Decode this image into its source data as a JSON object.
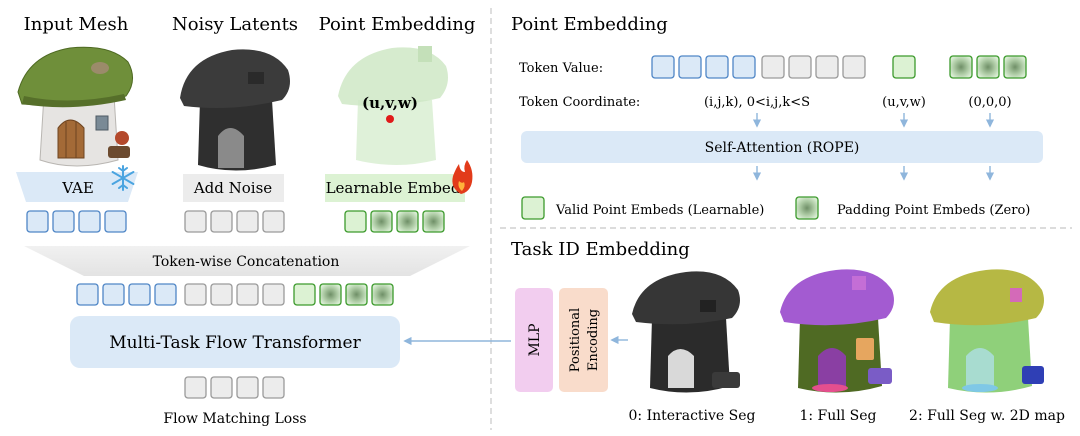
{
  "left_panel": {
    "titles": {
      "input_mesh": "Input Mesh",
      "noisy_latents": "Noisy Latents",
      "point_embedding": "Point Embedding"
    },
    "point_label": "(u,v,w)",
    "vae_label": "VAE",
    "add_noise_label": "Add Noise",
    "learnable_embed_label": "Learnable Embed",
    "concat_label": "Token-wise Concatenation",
    "transformer_label": "Multi-Task Flow Transformer",
    "loss_label": "Flow Matching Loss"
  },
  "point_embedding_panel": {
    "title": "Point Embedding",
    "token_value_label": "Token Value:",
    "token_coordinate_label": "Token Coordinate:",
    "coord_valid": "(i,j,k), 0<i,j,k<S",
    "coord_point": "(u,v,w)",
    "coord_padding": "(0,0,0)",
    "attention_label": "Self-Attention (ROPE)",
    "legend_valid": "Valid Point Embeds (Learnable)",
    "legend_padding": "Padding Point Embeds (Zero)"
  },
  "task_panel": {
    "title": "Task ID Embedding",
    "mlp_label": "MLP",
    "pe_line1": "Positional",
    "pe_line2": "Encoding",
    "tasks": [
      "0: Interactive Seg",
      "1: Full Seg",
      "2: Full Seg w. 2D map"
    ]
  },
  "colors": {
    "blue_token_fill": "#dbe9f7",
    "blue_token_stroke": "#4f86c6",
    "gray_token_fill": "#ececec",
    "gray_token_stroke": "#9a9a9a",
    "green_token_fill": "#dcf2d3",
    "green_token_stroke": "#3c9a2c",
    "attention_fill": "#dbe9f7",
    "mlp_fill": "#f2cdef",
    "pe_fill": "#f9dccb",
    "arrow": "#8fb6dc"
  },
  "icons": {
    "snowflake": "snowflake-icon",
    "flame": "flame-icon"
  }
}
